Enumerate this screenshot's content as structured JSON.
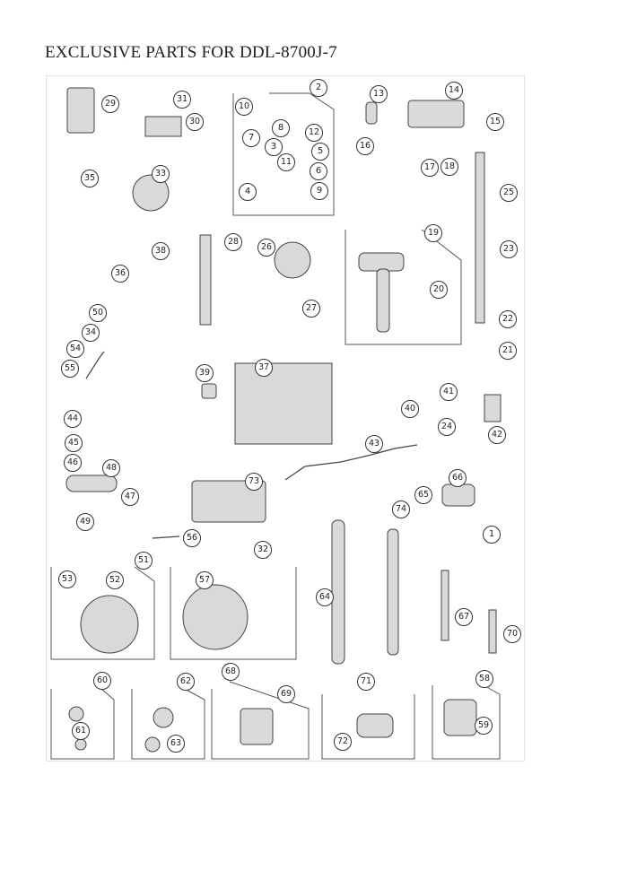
{
  "title": "EXCLUSIVE PARTS FOR DDL-8700J-7",
  "callouts": [
    "1",
    "2",
    "3",
    "4",
    "5",
    "6",
    "7",
    "8",
    "9",
    "10",
    "11",
    "12",
    "13",
    "14",
    "15",
    "16",
    "17",
    "18",
    "19",
    "20",
    "21",
    "22",
    "23",
    "24",
    "25",
    "26",
    "27",
    "28",
    "29",
    "30",
    "31",
    "32",
    "33",
    "34",
    "35",
    "36",
    "37",
    "38",
    "39",
    "40",
    "41",
    "42",
    "43",
    "44",
    "45",
    "46",
    "47",
    "48",
    "49",
    "50",
    "51",
    "52",
    "53",
    "54",
    "55",
    "56",
    "57",
    "58",
    "59",
    "60",
    "61",
    "62",
    "63",
    "64",
    "65",
    "66",
    "67",
    "68",
    "69",
    "70",
    "71",
    "72",
    "73",
    "74"
  ]
}
